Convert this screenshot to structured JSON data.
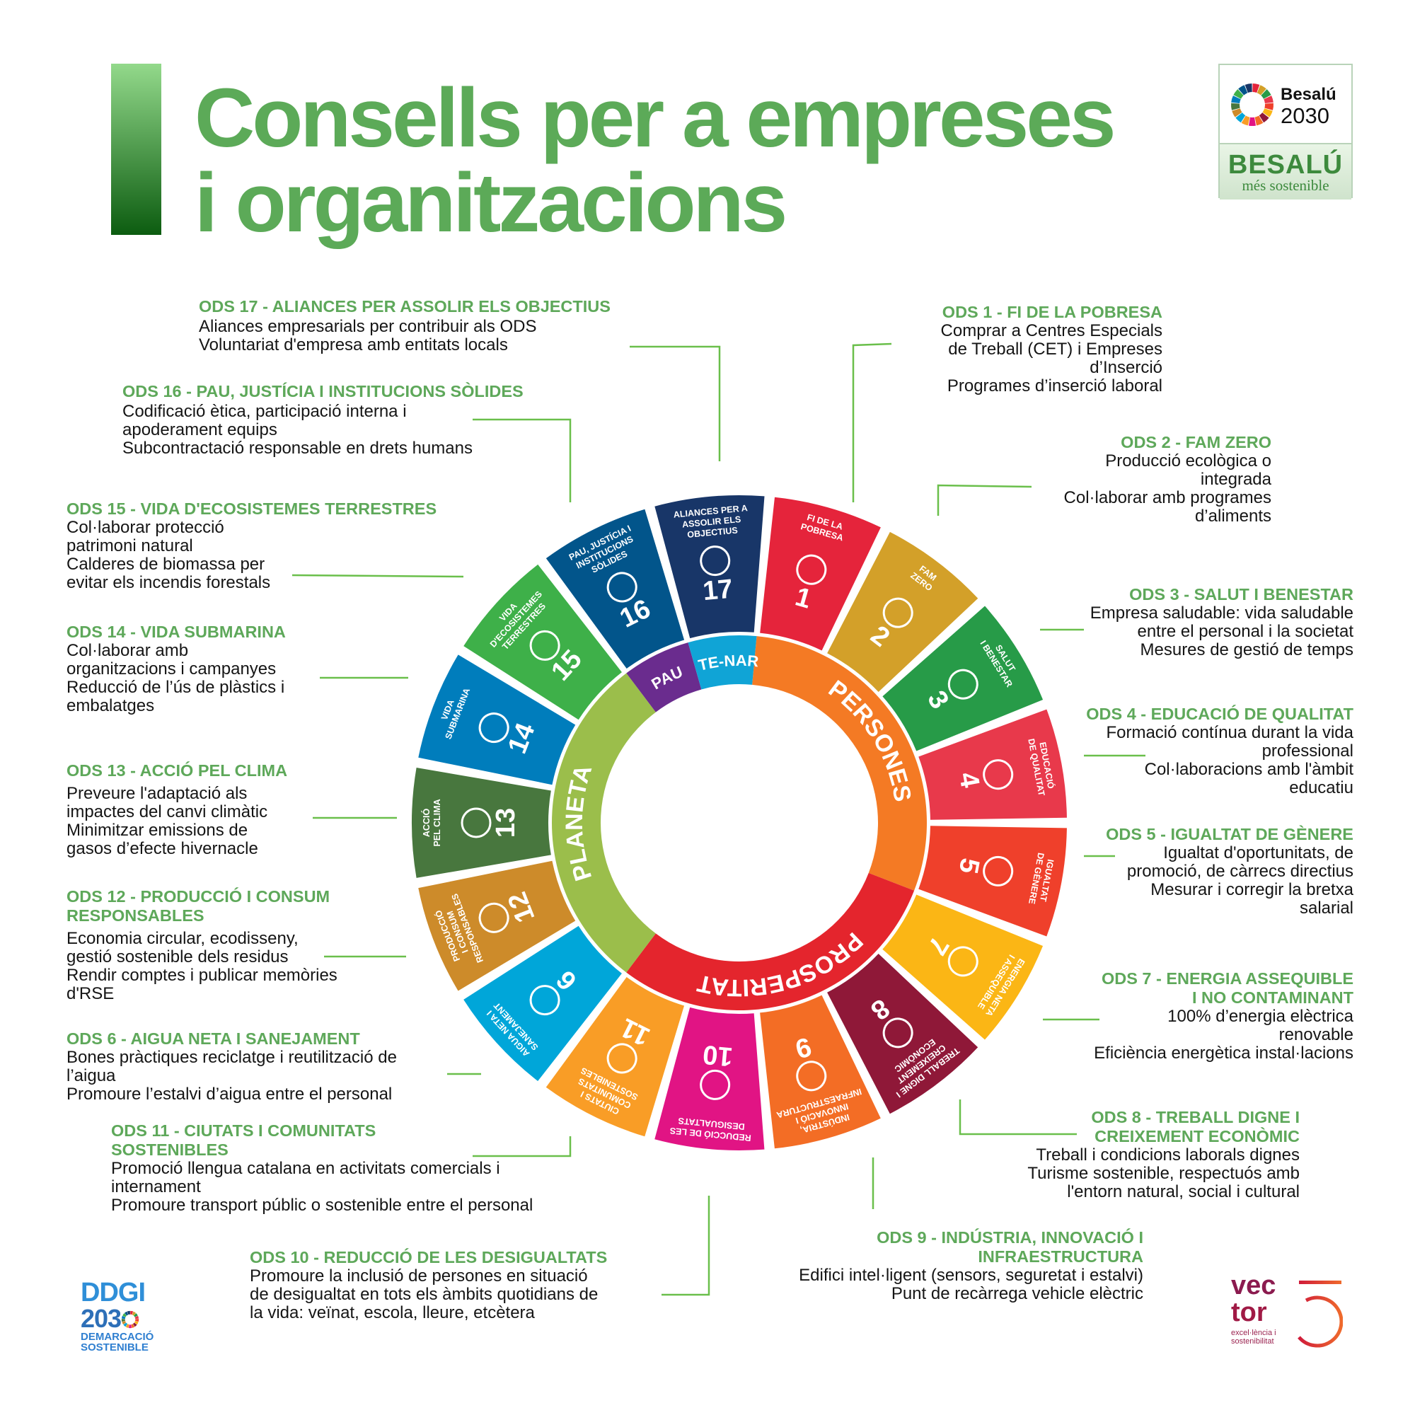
{
  "title": {
    "line1": "Consells per a empreses",
    "line2": "i organitzacions"
  },
  "logo_besalu": {
    "name": "Besalú",
    "year": "2030",
    "brand": "BESALÚ",
    "tagline": "més sostenible"
  },
  "logo_ddgi": {
    "line1": "DDGI",
    "line2": "203",
    "line3": "DEMARCACIÓ",
    "line4": "SOSTENIBLE"
  },
  "logo_vector": {
    "line1": "vec",
    "line2": "tor",
    "tagline1": "excel·lència i",
    "tagline2": "sostenibilitat"
  },
  "wheel": {
    "categories": [
      {
        "label": "PERSONES",
        "color": "#F47A24"
      },
      {
        "label": "PROSPERITAT",
        "color": "#E4252D"
      },
      {
        "label": "PLANETA",
        "color": "#9BBE4B"
      },
      {
        "label": "PAU",
        "color": "#6A2C8E"
      },
      {
        "label": "PARTE-NARIAT",
        "color": "#10A4D6"
      }
    ],
    "tiles": [
      {
        "number": "1",
        "title": [
          "FI DE LA",
          "POBRESA"
        ],
        "color": "#E5243B"
      },
      {
        "number": "2",
        "title": [
          "FAM",
          "ZERO"
        ],
        "color": "#D3A029"
      },
      {
        "number": "3",
        "title": [
          "SALUT",
          "I BENESTAR"
        ],
        "color": "#279B48"
      },
      {
        "number": "4",
        "title": [
          "EDUCACIÓ",
          "DE QUALITAT"
        ],
        "color": "#E8394B"
      },
      {
        "number": "5",
        "title": [
          "IGUALTAT",
          "DE GÈNERE"
        ],
        "color": "#EF402B"
      },
      {
        "number": "7",
        "title": [
          "ENERGIA NETA",
          "I ASSEQUIBLE"
        ],
        "color": "#FBB615"
      },
      {
        "number": "8",
        "title": [
          "TREBALL DIGNE I",
          "CREIXEMENT",
          "ECONÒMIC"
        ],
        "color": "#8F1838"
      },
      {
        "number": "9",
        "title": [
          "INDÚSTRIA,",
          "INNOVACIÓ I",
          "INFRAESTRUCTURA"
        ],
        "color": "#F36D25"
      },
      {
        "number": "10",
        "title": [
          "REDUCCIÓ DE LES",
          "DESIGUALTATS"
        ],
        "color": "#E11484"
      },
      {
        "number": "11",
        "title": [
          "CIUTATS I",
          "COMUNITATS",
          "SOSTENIBLES"
        ],
        "color": "#F99D26"
      },
      {
        "number": "6",
        "title": [
          "AIGUA NETA I",
          "SANEJAMENT"
        ],
        "color": "#00A6D9"
      },
      {
        "number": "12",
        "title": [
          "PRODUCCIÓ",
          "I CONSUM",
          "RESPONSABLES"
        ],
        "color": "#CD8B2A"
      },
      {
        "number": "13",
        "title": [
          "ACCIÓ",
          "PEL CLIMA"
        ],
        "color": "#48773E"
      },
      {
        "number": "14",
        "title": [
          "VIDA",
          "SUBMARINA"
        ],
        "color": "#007DBC"
      },
      {
        "number": "15",
        "title": [
          "VIDA",
          "D'ECOSISTEMES",
          "TERRESTRES"
        ],
        "color": "#3EB049"
      },
      {
        "number": "16",
        "title": [
          "PAU, JUSTÍCIA I",
          "INSTITUCIONS",
          "SÒLIDES"
        ],
        "color": "#02558B"
      },
      {
        "number": "17",
        "title": [
          "ALIANCES PER A",
          "ASSOLIR ELS",
          "OBJECTIUS"
        ],
        "color": "#183668"
      }
    ]
  },
  "goals": [
    {
      "id": "17",
      "heading": [
        "ODS 17  - ALIANCES PER ASSOLIR ELS OBJECTIUS"
      ],
      "lines": [
        "Aliances empresarials per contribuir als ODS",
        "Voluntariat d'empresa amb entitats locals"
      ]
    },
    {
      "id": "16",
      "heading": [
        "ODS 16  - PAU, JUSTÍCIA I INSTITUCIONS SÒLIDES"
      ],
      "lines": [
        "Codificació ètica, participació interna i",
        "apoderament equips",
        "Subcontractació responsable en drets humans"
      ]
    },
    {
      "id": "15",
      "heading": [
        "ODS 15  - VIDA D'ECOSISTEMES TERRESTRES"
      ],
      "lines": [
        "Col·laborar protecció",
        "patrimoni natural",
        "Calderes de biomassa per",
        "evitar els incendis forestals"
      ]
    },
    {
      "id": "14",
      "heading": [
        "ODS 14  - VIDA SUBMARINA"
      ],
      "lines": [
        "Col·laborar amb",
        "organitzacions i campanyes",
        "Reducció de l’ús de plàstics i",
        "embalatges"
      ]
    },
    {
      "id": "13",
      "heading": [
        "ODS 13 - ACCIÓ PEL CLIMA"
      ],
      "lines": [
        "Preveure l'adaptació als",
        "impactes del canvi climàtic",
        "Minimitzar emissions de",
        "gasos d’efecte hivernacle"
      ]
    },
    {
      "id": "12",
      "heading": [
        "ODS 12  - PRODUCCIÓ  I  CONSUM",
        "RESPONSABLES"
      ],
      "lines": [
        "Economia circular, ecodisseny,",
        "gestió sostenible dels residus",
        "Rendir comptes i publicar memòries",
        "d'RSE"
      ]
    },
    {
      "id": "6",
      "heading": [
        "ODS 6  - AIGUA NETA I SANEJAMENT"
      ],
      "lines": [
        "Bones pràctiques reciclatge i reutilització de",
        "l’aigua",
        "Promoure l’estalvi d’aigua entre el personal"
      ]
    },
    {
      "id": "11",
      "heading": [
        "ODS 11 - CIUTATS I COMUNITATS",
        "SOSTENIBLES"
      ],
      "lines": [
        "Promoció llengua catalana en activitats comercials i",
        "internament",
        "Promoure transport públic o sostenible entre el personal"
      ]
    },
    {
      "id": "10",
      "heading": [
        "ODS 10 - REDUCCIÓ DE LES DESIGUALTATS"
      ],
      "lines": [
        "Promoure la inclusió de persones en situació",
        "de desigualtat en tots els àmbits quotidians de",
        "la vida: veïnat, escola, lleure, etcètera"
      ]
    },
    {
      "id": "9",
      "heading": [
        "ODS 9 - INDÚSTRIA, INNOVACIÓ I",
        "INFRAESTRUCTURA"
      ],
      "lines": [
        "Edifici intel·ligent (sensors, seguretat i estalvi)",
        "Punt de recàrrega vehicle elèctric"
      ]
    },
    {
      "id": "8",
      "heading": [
        "ODS 8  - TREBALL DIGNE I",
        "CREIXEMENT ECONÒMIC"
      ],
      "lines": [
        "Treball i condicions laborals dignes",
        "Turisme sostenible, respectuós amb",
        "l'entorn natural, social i cultural"
      ]
    },
    {
      "id": "7",
      "heading": [
        "ODS 7 - ENERGIA ASSEQUIBLE",
        "I  NO CONTAMINANT"
      ],
      "lines": [
        "100% d’energia elèctrica",
        "renovable",
        "Eficiència energètica instal·lacions"
      ]
    },
    {
      "id": "5",
      "heading": [
        "ODS 5 - IGUALTAT  DE GÈNERE"
      ],
      "lines": [
        "Igualtat d'oportunitats, de",
        "promoció, de càrrecs directius",
        "Mesurar i corregir la bretxa",
        "salarial"
      ]
    },
    {
      "id": "4",
      "heading": [
        "ODS 4 - EDUCACIÓ DE QUALITAT"
      ],
      "lines": [
        "Formació contínua durant la vida",
        "professional",
        "Col·laboracions amb l'àmbit",
        "educatiu"
      ]
    },
    {
      "id": "3",
      "heading": [
        "ODS 3 - SALUT I BENESTAR"
      ],
      "lines": [
        "Empresa saludable: vida saludable",
        "entre el personal i la societat",
        "Mesures de gestió de temps"
      ]
    },
    {
      "id": "2",
      "heading": [
        "ODS 2 - FAM ZERO"
      ],
      "lines": [
        "Producció ecològica o",
        "integrada",
        "Col·laborar amb programes",
        "d’aliments"
      ]
    },
    {
      "id": "1",
      "heading": [
        "ODS 1 - FI DE LA POBRESA"
      ],
      "lines": [
        "Comprar a Centres Especials",
        "de Treball (CET) i Empreses",
        "d’Inserció",
        "Programes d’inserció laboral"
      ]
    }
  ]
}
